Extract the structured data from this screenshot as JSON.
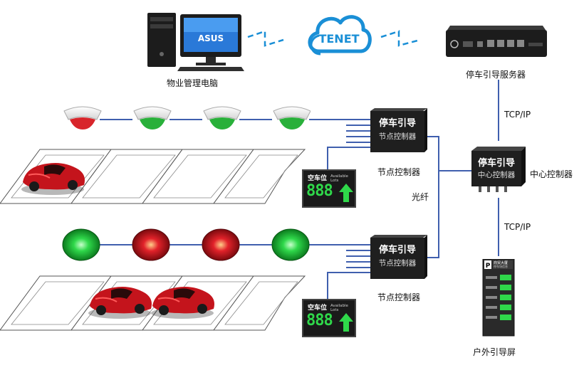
{
  "top": {
    "pc_label": "物业管理电脑",
    "pc_brand": "ASUS",
    "cloud_label": "TENET",
    "server_label": "停车引导服务器"
  },
  "links": {
    "tcpip_top": "TCP/IP",
    "tcpip_bottom": "TCP/IP",
    "fiber": "光纤"
  },
  "node_controller": {
    "title": "停车引导",
    "subtitle": "节点控制器",
    "label": "节点控制器"
  },
  "center_controller": {
    "title": "停车引导",
    "subtitle": "中心控制器",
    "label": "中心控制器"
  },
  "lot_display": {
    "title": "空车位",
    "title_en": "Available Lots",
    "count": "888"
  },
  "outdoor_screen": {
    "label": "户外引导屏",
    "header": "商贸大厦",
    "sub": "停车场信息"
  },
  "colors": {
    "line": "#3f5fae",
    "lightning": "#1a8fd6",
    "box": "#1f1f1f",
    "led_green": "#2fd84a",
    "sensor_red": "#d8252b",
    "sensor_green": "#29b03a"
  },
  "row1_sensors": [
    "red",
    "green",
    "green",
    "green"
  ],
  "row2_lights": [
    "green",
    "red",
    "red",
    "green"
  ]
}
